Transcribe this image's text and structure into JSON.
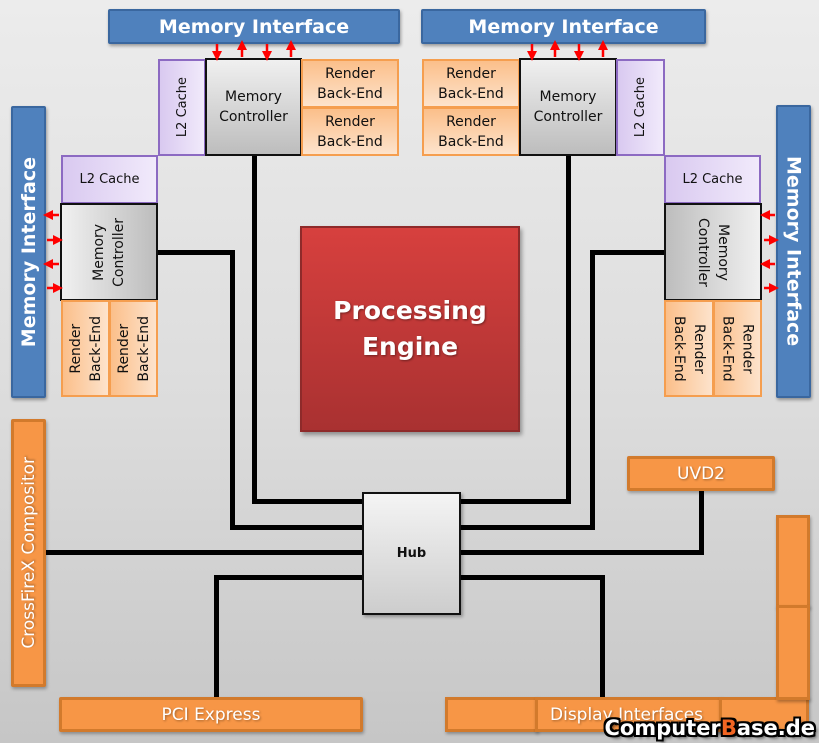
{
  "diagram": {
    "memory_interface_label": "Memory Interface",
    "l2_cache_label": "L2 Cache",
    "memory_controller_label": [
      "Memory",
      "Controller"
    ],
    "render_backend_label": [
      "Render",
      "Back-End"
    ],
    "processing_engine_label": [
      "Processing",
      "Engine"
    ],
    "hub_label": "Hub",
    "crossfirex_label": "CrossFireX Compositor",
    "pci_express_label": "PCI Express",
    "uvd2_label": "UVD2",
    "display_interfaces_label": "Display Interfaces",
    "colors": {
      "memory_interface": "#4f81bd",
      "l2_cache": "#e4d8f5",
      "memory_controller": "#d9d9d9",
      "render_backend": "#fcd2ad",
      "processing_engine": "#c0393b",
      "io_blocks": "#f79646",
      "arrows": "#ff0000",
      "wires": "#000000"
    }
  },
  "watermark": {
    "prefix": "Computer",
    "highlight": "B",
    "suffix": "ase.de"
  }
}
